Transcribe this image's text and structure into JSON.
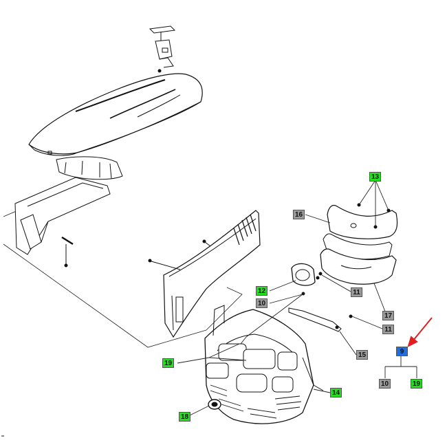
{
  "diagram": {
    "callouts": {
      "c13": "13",
      "c16": "16",
      "c12": "12",
      "c10": "10",
      "c11a": "11",
      "c17": "17",
      "c11b": "11",
      "c15": "15",
      "c19a": "19",
      "c14": "14",
      "c18": "18",
      "c9": "9",
      "c10b": "10",
      "c19b": "19"
    },
    "colors": {
      "green": "#22e01c",
      "grey": "#9a9a9a",
      "blue": "#1f6fe0",
      "arrow": "#e02020"
    }
  }
}
